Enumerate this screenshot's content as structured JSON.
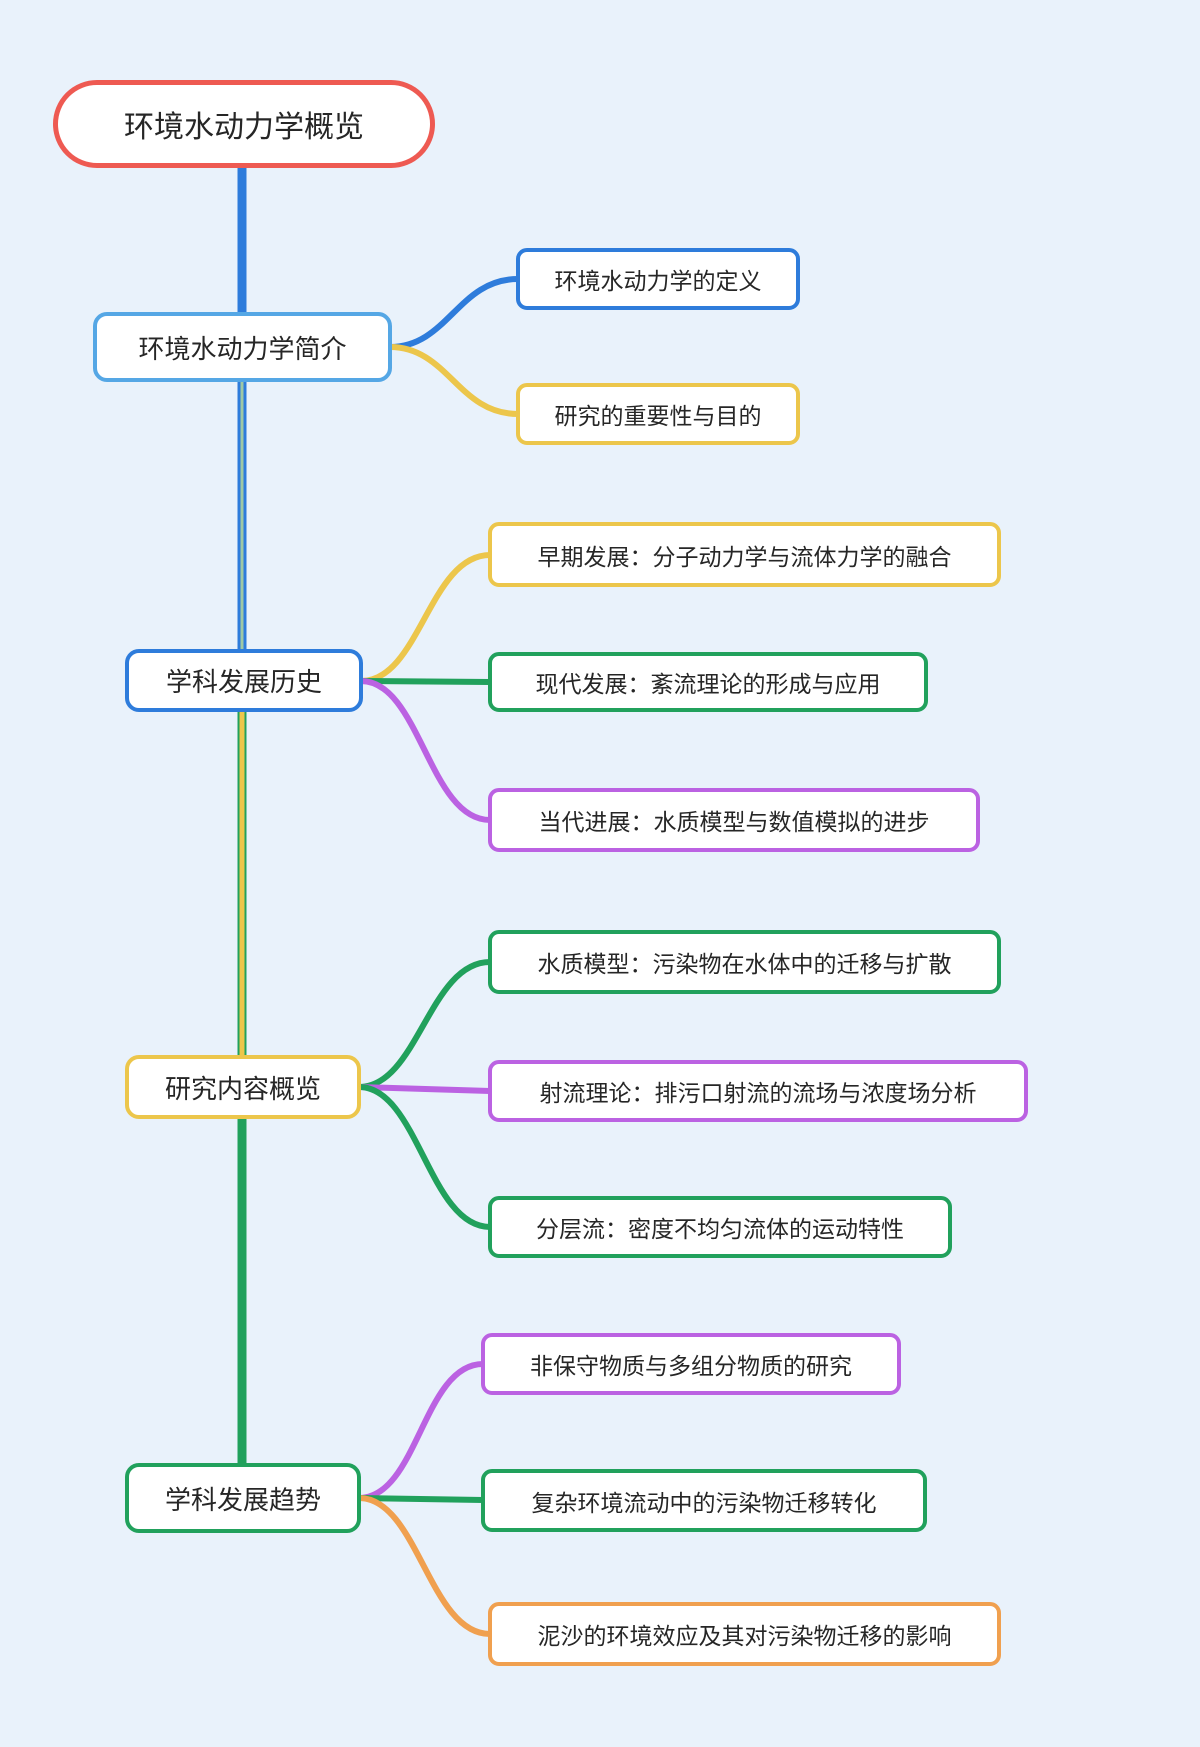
{
  "background_color": "#e9f2fb",
  "palette": {
    "root_red": "#ee5a52",
    "sky_blue": "#55a7e5",
    "blue": "#2e7cdb",
    "yellow": "#ecc64b",
    "green": "#21a15c",
    "purple": "#bb62e2",
    "orange": "#f0a04f"
  },
  "trunk_segment_colors": [
    "#2e7cdb",
    "#2e7cdb",
    "#ecc64b",
    "#21a15c"
  ],
  "root": {
    "label": "环境水动力学概览",
    "border_color": "#ee5a52"
  },
  "branches": [
    {
      "label": "环境水动力学简介",
      "border_color": "#55a7e5",
      "children": [
        {
          "label": "环境水动力学的定义",
          "border_color": "#2e7cdb",
          "connector_color": "#2e7cdb"
        },
        {
          "label": "研究的重要性与目的",
          "border_color": "#ecc64b",
          "connector_color": "#ecc64b"
        }
      ]
    },
    {
      "label": "学科发展历史",
      "border_color": "#2e7cdb",
      "children": [
        {
          "label": "早期发展：分子动力学与流体力学的融合",
          "border_color": "#ecc64b",
          "connector_color": "#ecc64b"
        },
        {
          "label": "现代发展：紊流理论的形成与应用",
          "border_color": "#21a15c",
          "connector_color": "#21a15c"
        },
        {
          "label": "当代进展：水质模型与数值模拟的进步",
          "border_color": "#bb62e2",
          "connector_color": "#bb62e2"
        }
      ]
    },
    {
      "label": "研究内容概览",
      "border_color": "#ecc64b",
      "children": [
        {
          "label": "水质模型：污染物在水体中的迁移与扩散",
          "border_color": "#21a15c",
          "connector_color": "#21a15c"
        },
        {
          "label": "射流理论：排污口射流的流场与浓度场分析",
          "border_color": "#bb62e2",
          "connector_color": "#bb62e2"
        },
        {
          "label": "分层流：密度不均匀流体的运动特性",
          "border_color": "#21a15c",
          "connector_color": "#21a15c"
        }
      ]
    },
    {
      "label": "学科发展趋势",
      "border_color": "#21a15c",
      "children": [
        {
          "label": "非保守物质与多组分物质的研究",
          "border_color": "#bb62e2",
          "connector_color": "#bb62e2"
        },
        {
          "label": "复杂环境流动中的污染物迁移转化",
          "border_color": "#21a15c",
          "connector_color": "#21a15c"
        },
        {
          "label": "泥沙的环境效应及其对污染物迁移的影响",
          "border_color": "#f0a04f",
          "connector_color": "#f0a04f"
        }
      ]
    }
  ]
}
